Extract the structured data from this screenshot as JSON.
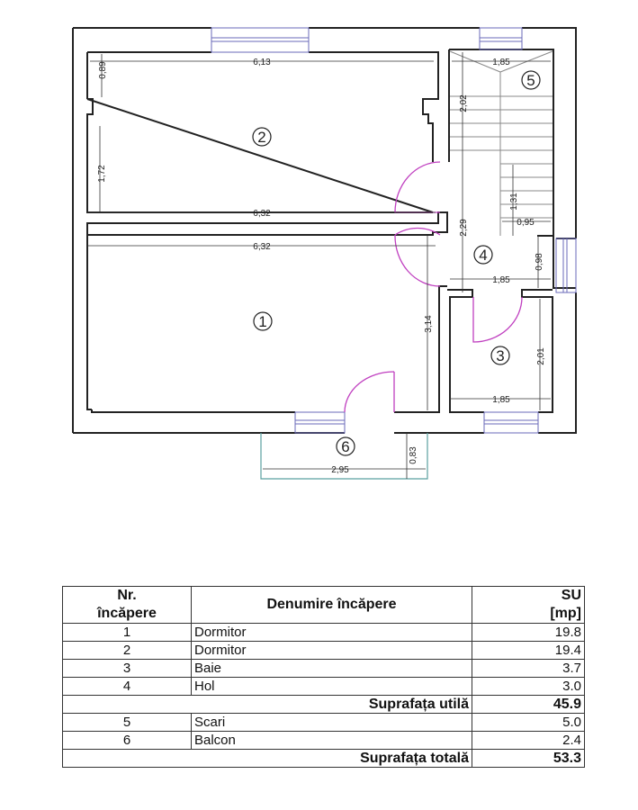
{
  "plan": {
    "rooms": [
      {
        "id": "1",
        "label": "1"
      },
      {
        "id": "2",
        "label": "2"
      },
      {
        "id": "3",
        "label": "3"
      },
      {
        "id": "4",
        "label": "4"
      },
      {
        "id": "5",
        "label": "5"
      },
      {
        "id": "6",
        "label": "6"
      }
    ],
    "dimensions": {
      "room2_top": "6,13",
      "room2_left_upper": "0,89",
      "room2_left_lower": "1,72",
      "room2_bottom": "6,32",
      "room1_top": "6,32",
      "room1_right": "3,14",
      "stairs_top": "1,85",
      "stairs_left": "2,02",
      "stairs_inner_v": "1,31",
      "stairs_inner_h": "0,95",
      "hall_left": "2,29",
      "hall_right": "0,98",
      "hall_bottom": "1,85",
      "bath_right": "2,01",
      "bath_bottom": "1,85",
      "balcony_width": "2,95",
      "balcony_depth": "0,83"
    }
  },
  "table": {
    "headers": {
      "nr": [
        "Nr.",
        "încăpere"
      ],
      "name": "Denumire încăpere",
      "su": [
        "SU",
        "[mp]"
      ]
    },
    "rows_useful": [
      {
        "nr": "1",
        "name": "Dormitor",
        "su": "19.8"
      },
      {
        "nr": "2",
        "name": "Dormitor",
        "su": "19.4"
      },
      {
        "nr": "3",
        "name": "Baie",
        "su": "3.7"
      },
      {
        "nr": "4",
        "name": "Hol",
        "su": "3.0"
      }
    ],
    "useful_total": {
      "label": "Suprafața utilă",
      "value": "45.9"
    },
    "rows_extra": [
      {
        "nr": "5",
        "name": "Scari",
        "su": "5.0"
      },
      {
        "nr": "6",
        "name": "Balcon",
        "su": "2.4"
      }
    ],
    "grand_total": {
      "label": "Suprafața totală",
      "value": "53.3"
    }
  },
  "colors": {
    "wall": "#222222",
    "door": "#c040c0",
    "window": "#6a6ab8",
    "balcony": "#5aa0a0"
  }
}
